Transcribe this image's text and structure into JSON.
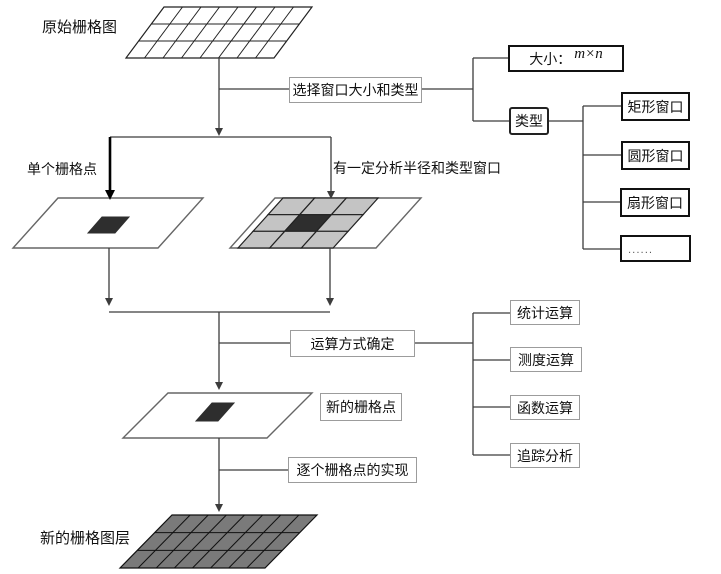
{
  "diagram": {
    "labels": {
      "original_raster": "原始栅格图",
      "single_cell": "单个栅格点",
      "radius_window": "有一定分析半径和类型窗口",
      "new_raster_layer": "新的栅格图层"
    },
    "boxes": {
      "select_window": "选择窗口大小和类型",
      "size_prefix": "大小：",
      "size_math": "m×n",
      "type": "类型",
      "rect_window": "矩形窗口",
      "circle_window": "圆形窗口",
      "sector_window": "扇形窗口",
      "ellipsis": "......",
      "operation": "运算方式确定",
      "stat_op": "统计运算",
      "measure_op": "测度运算",
      "function_op": "函数运算",
      "trace_op": "追踪分析",
      "new_cell": "新的栅格点",
      "per_cell": "逐个栅格点的实现"
    },
    "grids": {
      "top_raster": {
        "cols": 8,
        "rows": 3
      },
      "bottom_raster": {
        "cols": 8,
        "rows": 3
      },
      "analysis_window": {
        "cols": 3,
        "rows": 3
      }
    },
    "colors": {
      "line": "#3c3c3c",
      "raster_outline": "#222222",
      "plain_outline": "#666666",
      "window_fill": "#c4c4c4",
      "dark_cell": "#2e2e2e",
      "bottom_grid_fill": "#7a7a7a"
    }
  }
}
